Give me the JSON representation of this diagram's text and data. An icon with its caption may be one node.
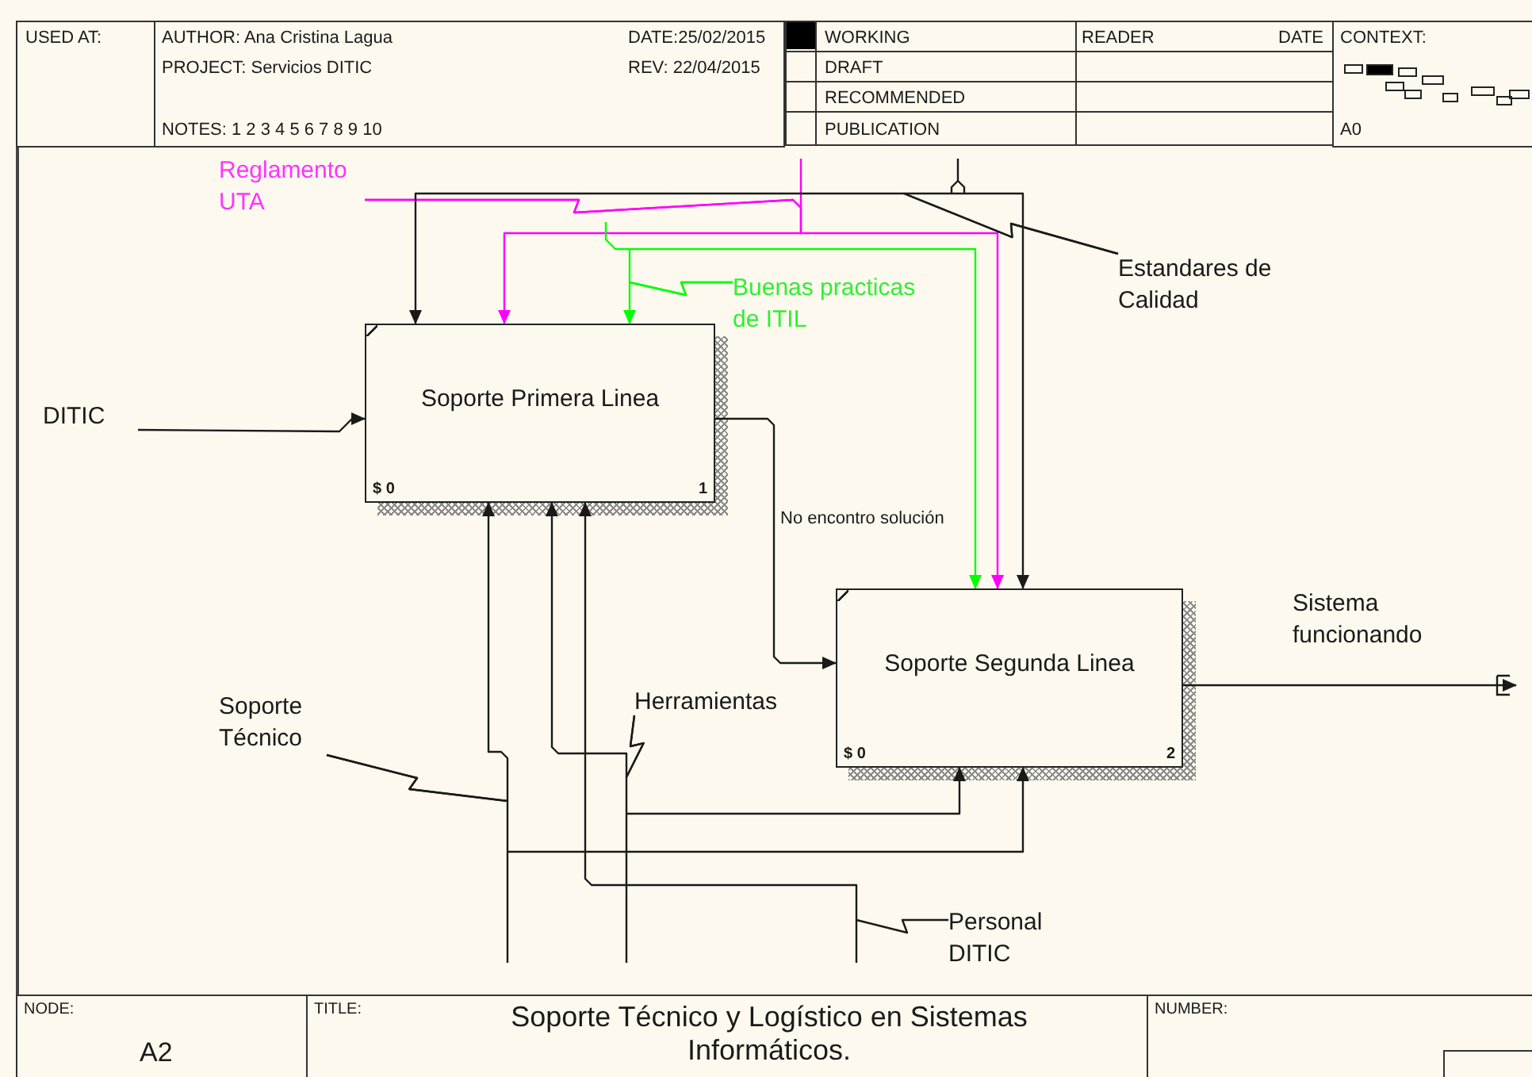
{
  "diagram": {
    "title": "Soporte Técnico y Logístico en Sistemas Informáticos.",
    "nodes": [
      {
        "text": [
          "Soporte Primera Linea",
          "$ 0",
          "1"
        ]
      },
      {
        "text": [
          "Soporte Segunda Linea",
          "$ 0",
          "2"
        ]
      },
      {
        "text": [
          "Reglamento UTA"
        ]
      },
      {
        "text": [
          "Buenas practicas de ITIL"
        ]
      },
      {
        "text": [
          "Estandares de Calidad"
        ]
      },
      {
        "text": [
          "DITIC"
        ]
      },
      {
        "text": [
          "Soporte Técnico"
        ]
      },
      {
        "text": [
          "Herramientas"
        ]
      },
      {
        "text": [
          "Personal DITIC"
        ]
      }
    ],
    "edges": [
      {
        "from": 2,
        "to": 0,
        "arrow": "to",
        "color": "#ff00ff"
      },
      {
        "from": 2,
        "to": 1,
        "arrow": "to",
        "color": "#ff00ff"
      },
      {
        "from": 3,
        "to": 0,
        "arrow": "to",
        "color": "#00ff00"
      },
      {
        "from": 3,
        "to": 1,
        "arrow": "to",
        "color": "#00ff00"
      },
      {
        "from": 4,
        "to": 0,
        "arrow": "to"
      },
      {
        "from": 4,
        "to": 1,
        "arrow": "to"
      },
      {
        "from": 5,
        "to": 0,
        "arrow": "to"
      },
      {
        "from": 0,
        "to": 1,
        "arrow": "to",
        "label": "No encontro solución"
      },
      {
        "from": 1,
        "to": null,
        "arrow": "to",
        "label": "Sistema funcionando"
      },
      {
        "from": 6,
        "to": 0,
        "arrow": "to"
      },
      {
        "from": 6,
        "to": 1,
        "arrow": "to"
      },
      {
        "from": 7,
        "to": 0,
        "arrow": "to"
      },
      {
        "from": 7,
        "to": 1,
        "arrow": "to"
      },
      {
        "from": 8,
        "to": 0,
        "arrow": "to"
      }
    ],
    "labels": [
      "USED AT:",
      "AUTHOR: Ana Cristina Lagua",
      "DATE:25/02/2015",
      "WORKING",
      "READER",
      "DATE",
      "CONTEXT:",
      "PROJECT: Servicios DITIC",
      "REV: 22/04/2015",
      "DRAFT",
      "RECOMMENDED",
      "NOTES: 1 2 3 4 5 6 7 8 9 10",
      "PUBLICATION",
      "A0",
      "NODE:",
      "A2",
      "TITLE:",
      "NUMBER:"
    ]
  }
}
